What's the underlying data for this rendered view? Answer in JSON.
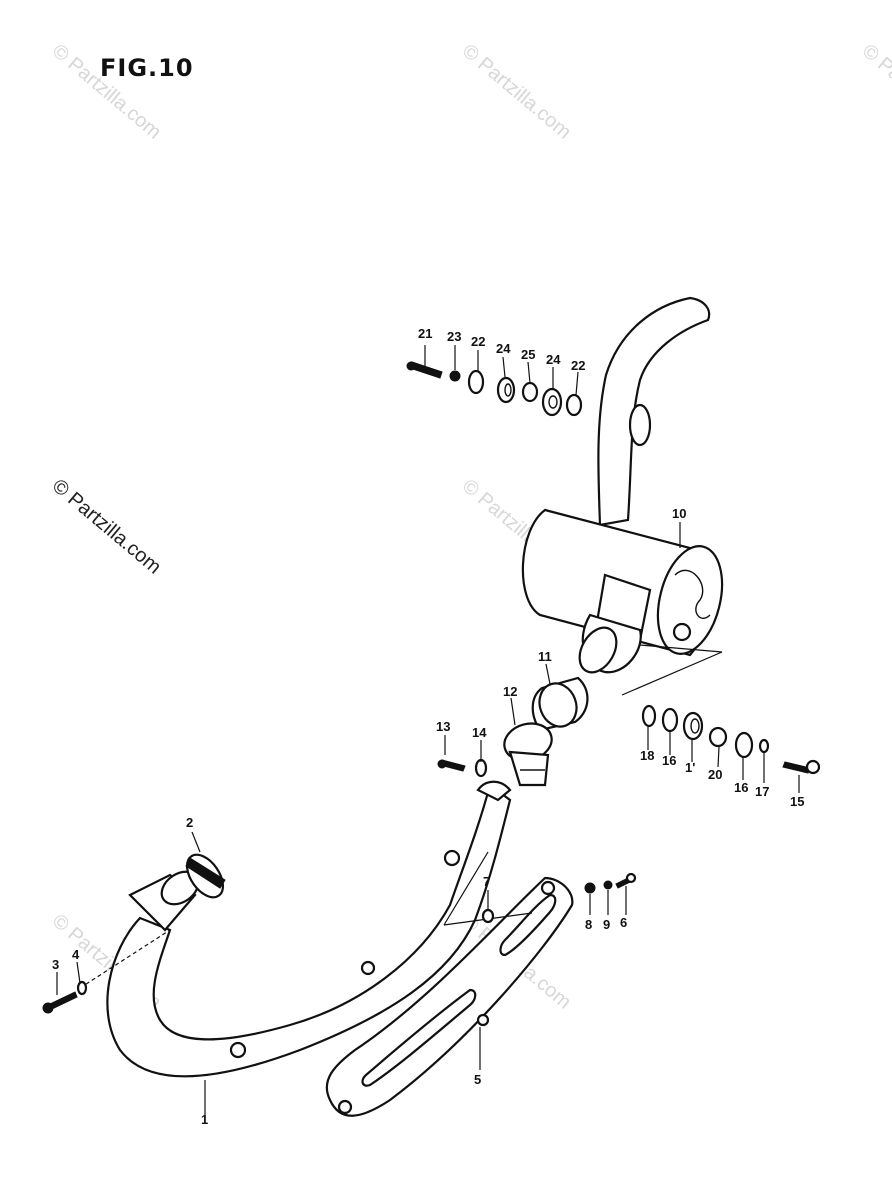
{
  "figure_title": "FIG.10",
  "watermarks": [
    "© Partzilla.com",
    "© Partzilla.com",
    "© Partzilla.com",
    "© Partzilla.com",
    "© Partzilla.com",
    "© Partzilla.com",
    "© Partzilla.com"
  ],
  "callouts": {
    "c1": "1",
    "c2": "2",
    "c3": "3",
    "c4": "4",
    "c5": "5",
    "c6": "6",
    "c7": "7",
    "c8": "8",
    "c9": "9",
    "c10": "10",
    "c11": "11",
    "c12": "12",
    "c13": "13",
    "c14": "14",
    "c15": "15",
    "c16a": "16",
    "c16b": "16",
    "c17": "17",
    "c18": "18",
    "c19": "1'",
    "c20": "20",
    "c21": "21",
    "c22a": "22",
    "c22b": "22",
    "c23": "23",
    "c24a": "24",
    "c24b": "24",
    "c25": "25"
  }
}
